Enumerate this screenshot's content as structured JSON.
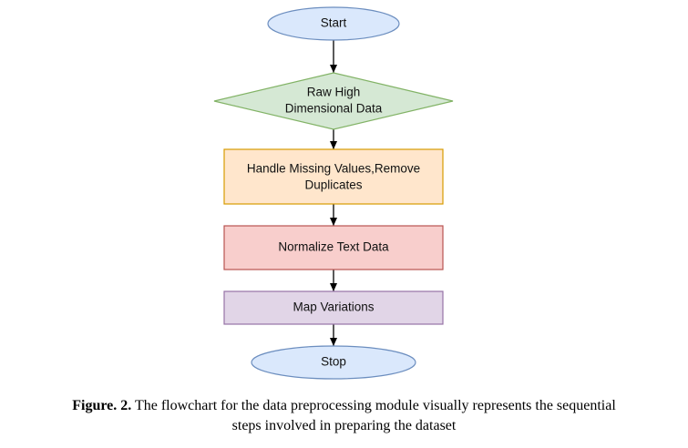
{
  "flowchart": {
    "start": {
      "label": "Start",
      "shape": "ellipse",
      "fill": "#dae8fc",
      "stroke": "#6c8ebf"
    },
    "input": {
      "label_line1": "Raw High",
      "label_line2": "Dimensional Data",
      "shape": "diamond",
      "fill": "#d5e8d4",
      "stroke": "#82b366"
    },
    "step1": {
      "label_line1": "Handle Missing Values,Remove",
      "label_line2": "Duplicates",
      "shape": "rectangle",
      "fill": "#ffe6cc",
      "stroke": "#d79b00"
    },
    "step2": {
      "label": "Normalize Text Data",
      "shape": "rectangle",
      "fill": "#f8cecc",
      "stroke": "#b85450"
    },
    "step3": {
      "label": "Map Variations",
      "shape": "rectangle",
      "fill": "#e1d5e7",
      "stroke": "#9673a6"
    },
    "stop": {
      "label": "Stop",
      "shape": "ellipse",
      "fill": "#dae8fc",
      "stroke": "#6c8ebf"
    },
    "connector_color": "#000000"
  },
  "caption": {
    "figure_label": "Figure. 2.",
    "text_line1": " The flowchart for the data preprocessing module visually represents the sequential",
    "text_line2": "steps involved in preparing the dataset"
  }
}
